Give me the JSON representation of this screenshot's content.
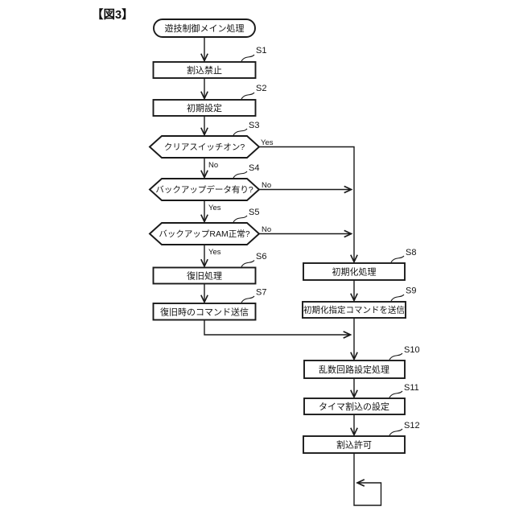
{
  "figure": {
    "label": "【図3】",
    "start_terminal": "遊技制御メイン処理"
  },
  "colors": {
    "line": "#1a1a1a",
    "background": "#ffffff"
  },
  "steps": [
    {
      "id": "S1",
      "label": "割込禁止",
      "type": "process"
    },
    {
      "id": "S2",
      "label": "初期設定",
      "type": "process"
    },
    {
      "id": "S3",
      "label": "クリアスイッチオン?",
      "type": "decision",
      "right_label": "Yes",
      "down_label": "No"
    },
    {
      "id": "S4",
      "label": "バックアップデータ有り?",
      "type": "decision",
      "right_label": "No",
      "down_label": "Yes"
    },
    {
      "id": "S5",
      "label": "バックアップRAM正常?",
      "type": "decision",
      "right_label": "No",
      "down_label": "Yes"
    },
    {
      "id": "S6",
      "label": "復旧処理",
      "type": "process"
    },
    {
      "id": "S7",
      "label": "復旧時のコマンド送信",
      "type": "process"
    },
    {
      "id": "S8",
      "label": "初期化処理",
      "type": "process"
    },
    {
      "id": "S9",
      "label": "初期化指定コマンドを送信",
      "type": "process"
    },
    {
      "id": "S10",
      "label": "乱数回路設定処理",
      "type": "process"
    },
    {
      "id": "S11",
      "label": "タイマ割込の設定",
      "type": "process"
    },
    {
      "id": "S12",
      "label": "割込許可",
      "type": "process"
    }
  ]
}
